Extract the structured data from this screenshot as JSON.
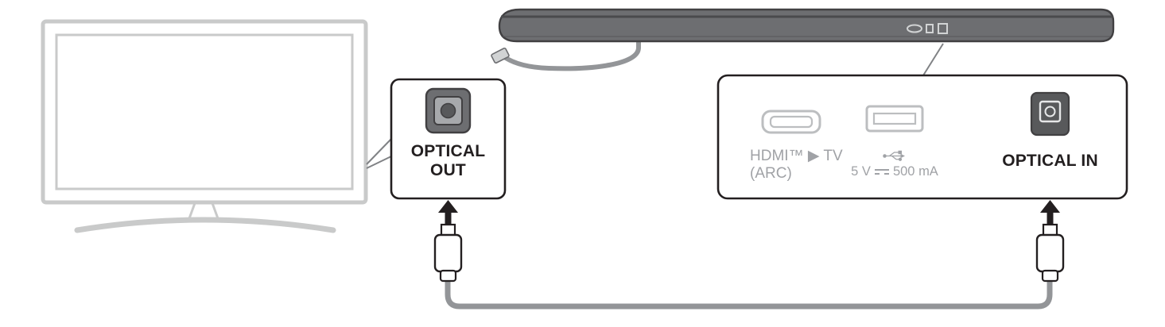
{
  "diagram": {
    "optical_out_box": {
      "line1": "OPTICAL",
      "line2": "OUT"
    },
    "rear_panel": {
      "hdmi_label_line1": "HDMI™ ▶ TV",
      "hdmi_label_line2": "(ARC)",
      "usb_rating_prefix": "5 V",
      "usb_rating_suffix": "500 mA",
      "optical_in_label": "OPTICAL IN"
    },
    "colors": {
      "outline_dark": "#231f20",
      "tv_outline": "#c9caca",
      "leader_gray": "#808285",
      "soundbar_fill": "#6d6e71",
      "soundbar_dark": "#414042",
      "port_dark": "#58595b",
      "inner_light": "#a7a9ac",
      "muted_icon": "#bcbec0",
      "muted_text": "#a0a2a6",
      "cable_gray": "#939598"
    }
  }
}
